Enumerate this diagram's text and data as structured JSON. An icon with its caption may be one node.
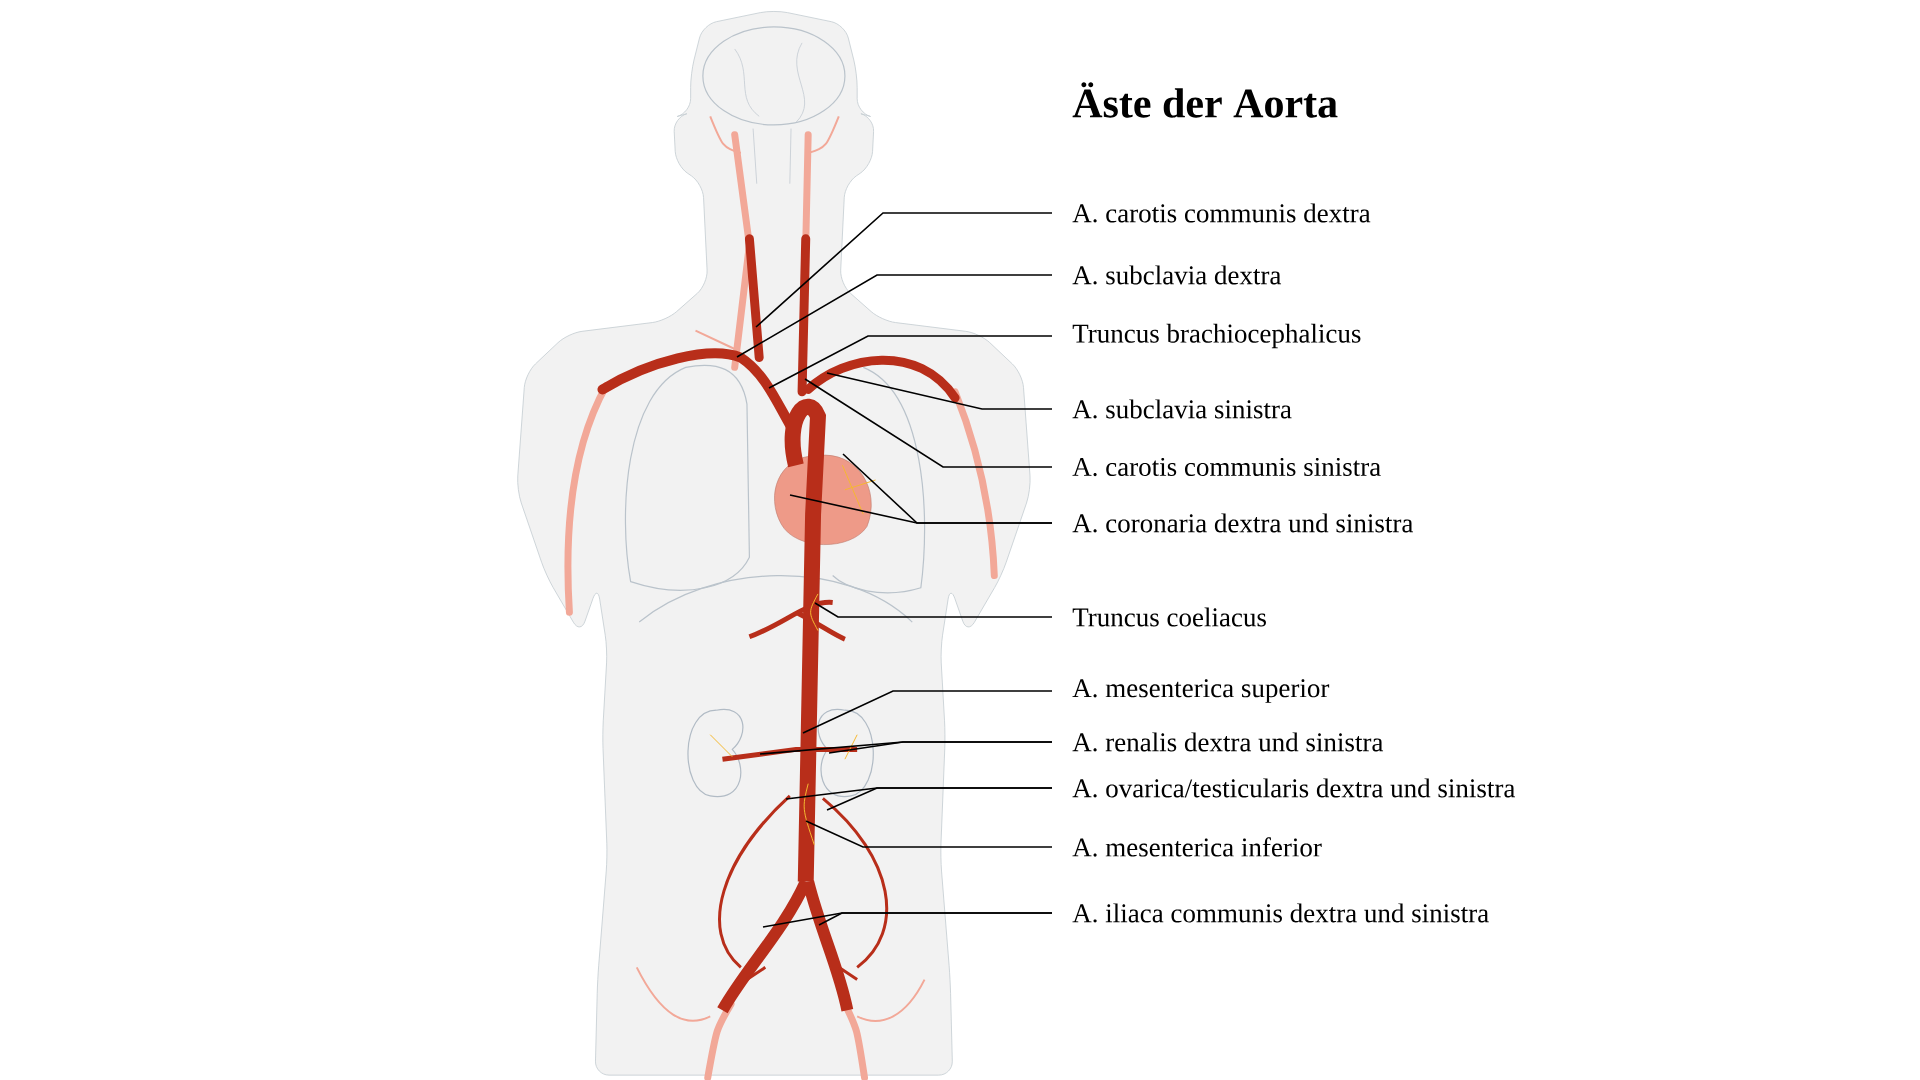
{
  "diagram": {
    "title": "Äste der Aorta",
    "nodes": [
      {
        "text": [
          "A. carotis communis dextra"
        ]
      },
      {
        "text": [
          "A. subclavia dextra"
        ]
      },
      {
        "text": [
          "Truncus brachiocephalicus"
        ]
      },
      {
        "text": [
          "A. subclavia sinistra"
        ]
      },
      {
        "text": [
          "A. carotis communis sinistra"
        ]
      },
      {
        "text": [
          "A. coronaria dextra und sinistra"
        ]
      },
      {
        "text": [
          "Truncus coeliacus"
        ]
      },
      {
        "text": [
          "A. mesenterica superior"
        ]
      },
      {
        "text": [
          "A. renalis dextra und sinistra"
        ]
      },
      {
        "text": [
          "A. ovarica/testicularis dextra und sinistra"
        ]
      },
      {
        "text": [
          "A. mesenterica inferior"
        ]
      },
      {
        "text": [
          "A. iliaca communis dextra und sinistra"
        ]
      }
    ],
    "edges": [
      {
        "from": 0,
        "to": null,
        "arrow": "none"
      },
      {
        "from": 1,
        "to": null,
        "arrow": "none"
      },
      {
        "from": 2,
        "to": null,
        "arrow": "none"
      },
      {
        "from": 3,
        "to": null,
        "arrow": "none"
      },
      {
        "from": 4,
        "to": null,
        "arrow": "none"
      },
      {
        "from": 5,
        "to": null,
        "arrow": "none"
      },
      {
        "from": 5,
        "to": null,
        "arrow": "none"
      },
      {
        "from": 6,
        "to": null,
        "arrow": "none"
      },
      {
        "from": 7,
        "to": null,
        "arrow": "none"
      },
      {
        "from": 8,
        "to": null,
        "arrow": "none"
      },
      {
        "from": 8,
        "to": null,
        "arrow": "none"
      },
      {
        "from": 9,
        "to": null,
        "arrow": "none"
      },
      {
        "from": 9,
        "to": null,
        "arrow": "none"
      },
      {
        "from": 10,
        "to": null,
        "arrow": "none"
      },
      {
        "from": 11,
        "to": null,
        "arrow": "none"
      },
      {
        "from": 11,
        "to": null,
        "arrow": "none"
      }
    ]
  }
}
